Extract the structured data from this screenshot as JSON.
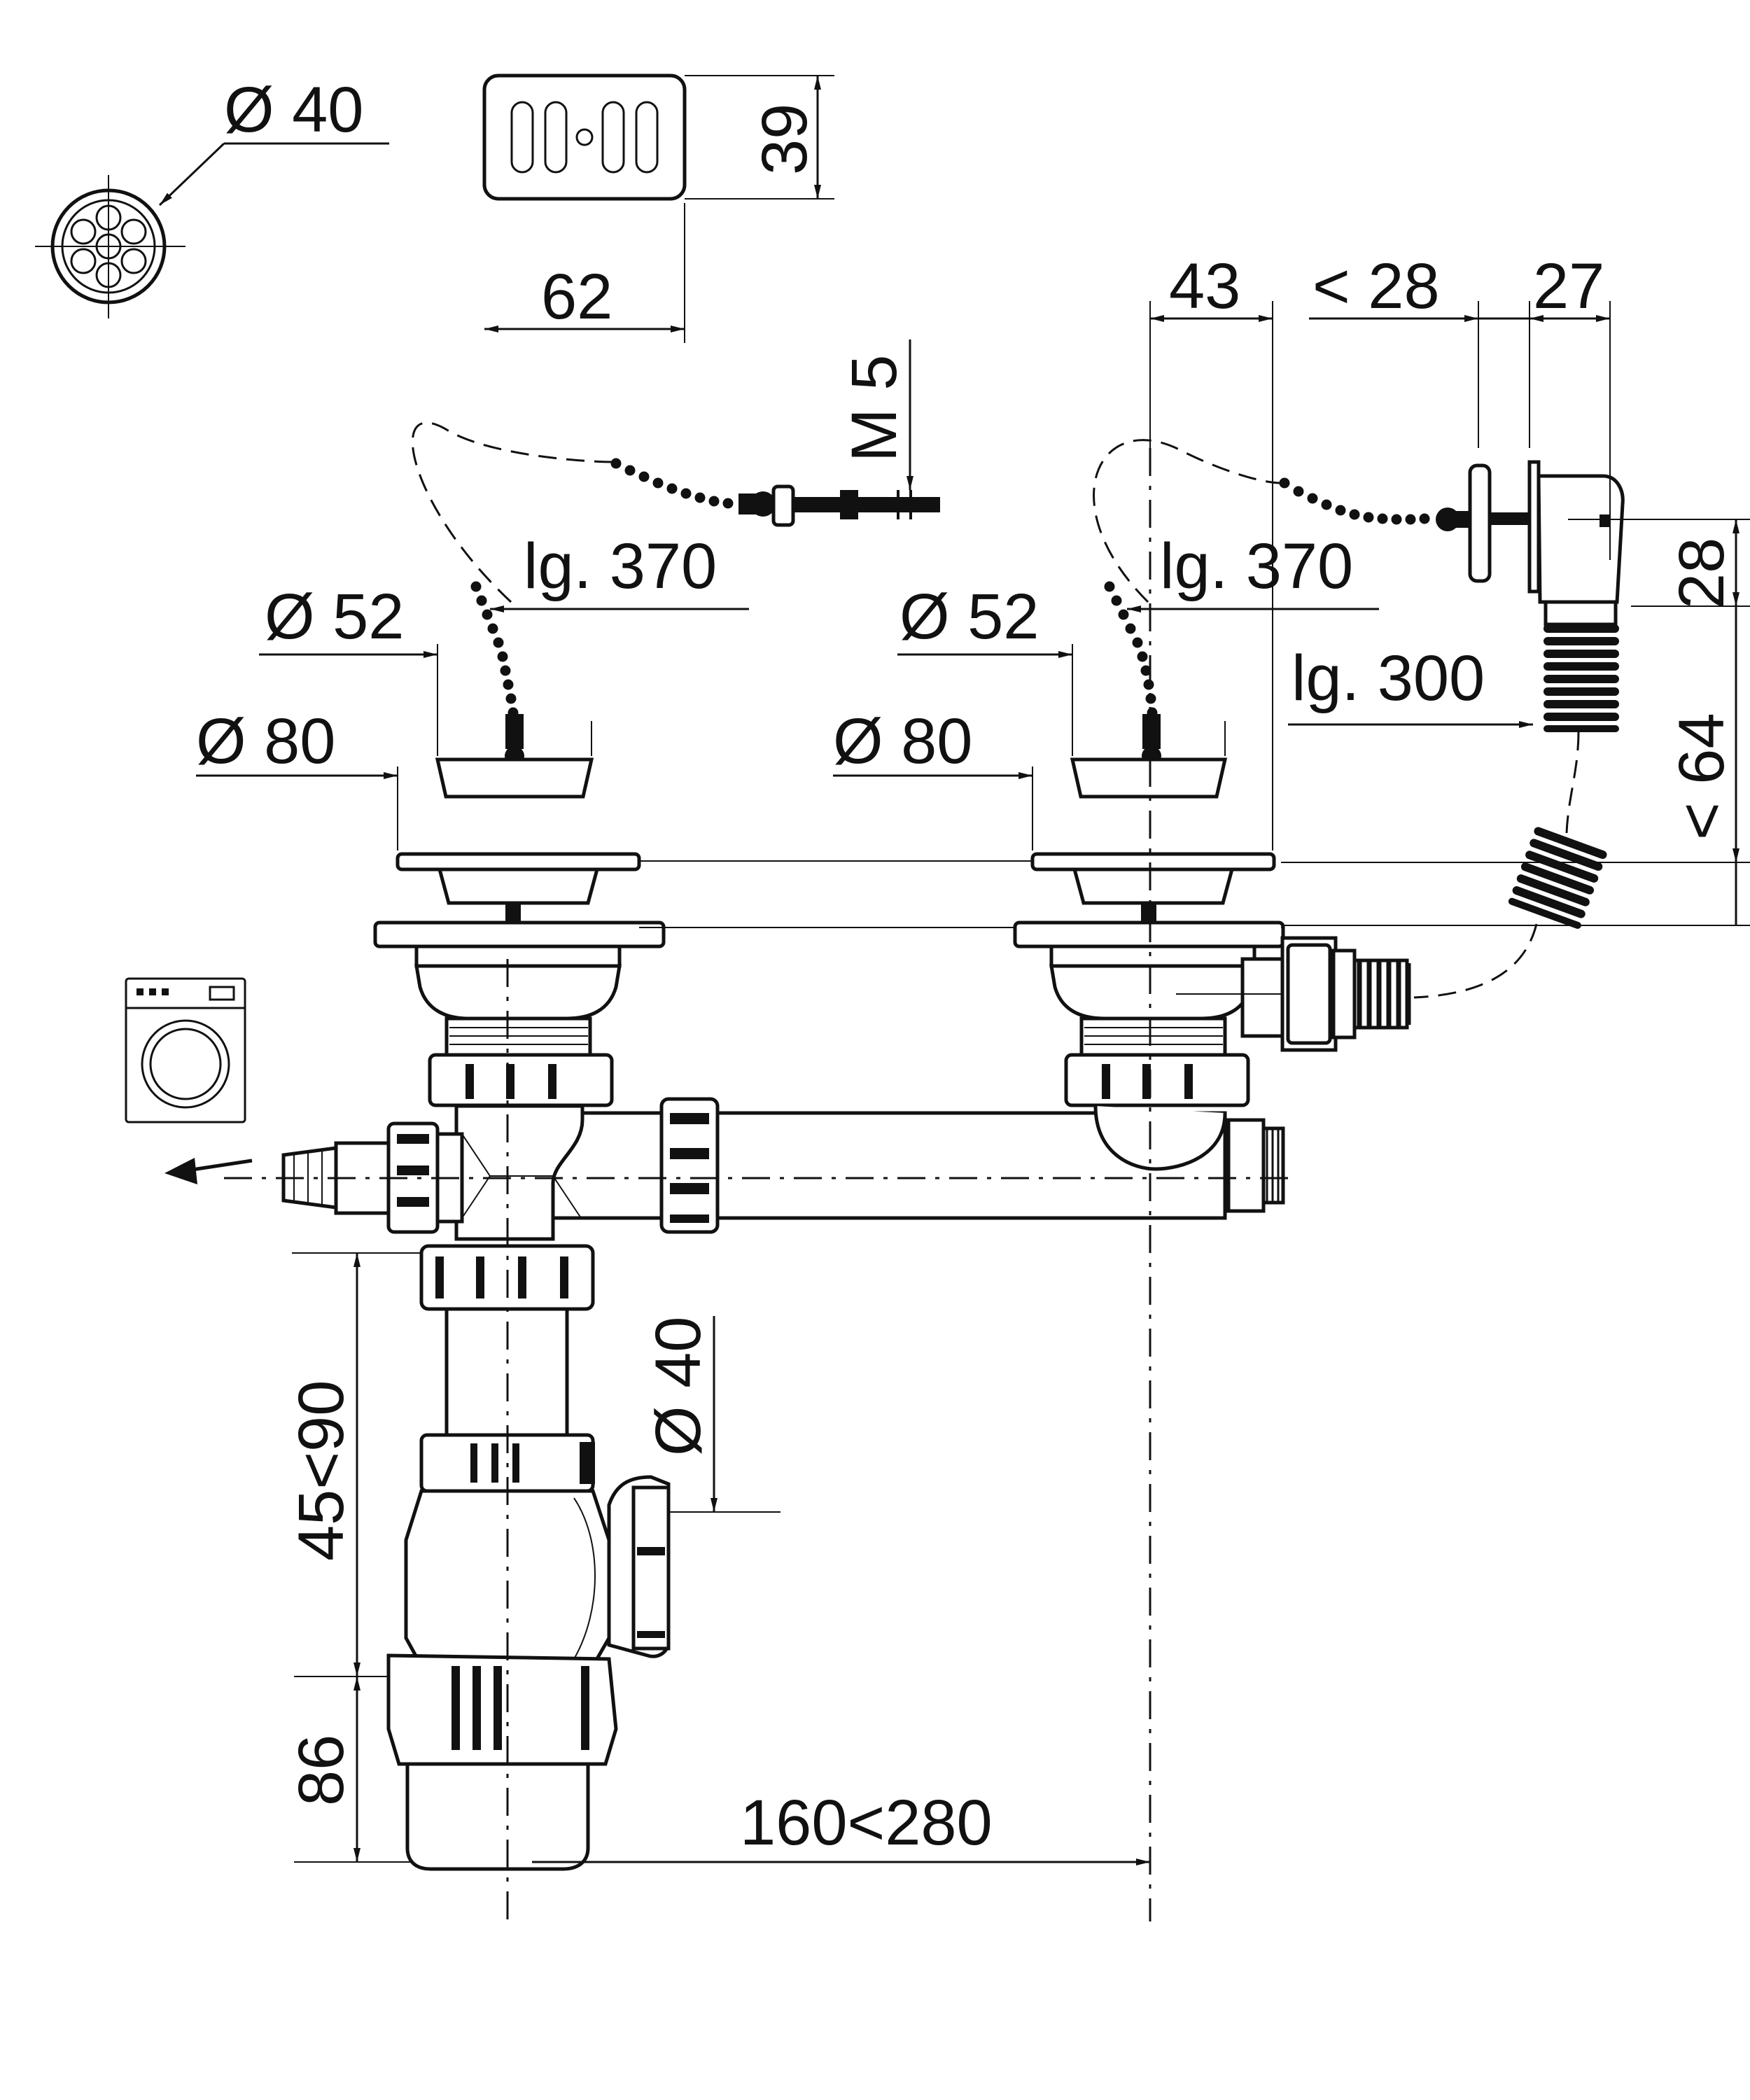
{
  "dimensions": {
    "d40_top": "Ø 40",
    "grid_width": "62",
    "grid_height": "39",
    "m5": "M 5",
    "chain_left": "lg. 370",
    "chain_right": "lg. 370",
    "d52_left": "Ø 52",
    "d52_right": "Ø 52",
    "d80_left": "Ø 80",
    "d80_right": "Ø 80",
    "overflow_43": "43",
    "overflow_lt28": "< 28",
    "overflow_27": "27",
    "overflow_28": "28",
    "overflow_hose": "lg. 300",
    "overflow_lt64": "< 64",
    "trap_d40": "Ø 40",
    "trap_height": "45<90",
    "trap_86": "86",
    "trap_offset": "160<280"
  },
  "icons": {
    "washing_machine": "washing-machine-icon",
    "outlet_arrow": "arrow-left-icon",
    "strainer_grid": "drain-grid-icon",
    "strainer_round": "round-strainer-icon"
  }
}
